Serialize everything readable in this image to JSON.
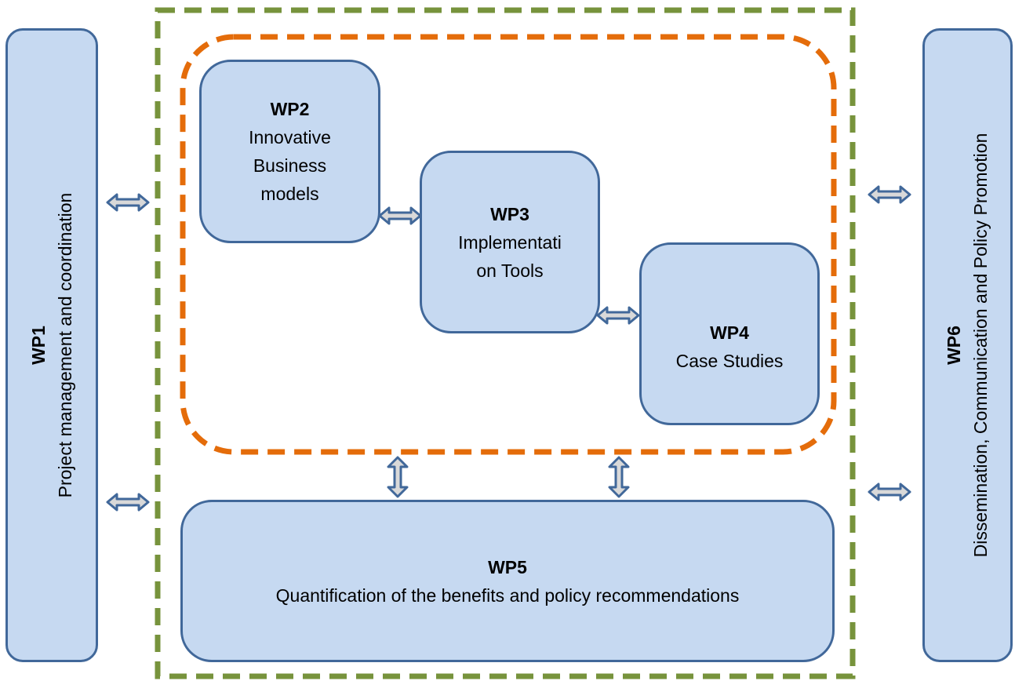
{
  "diagram": {
    "wp1": {
      "id": "WP1",
      "title": "Project management and coordination"
    },
    "wp2": {
      "id": "WP2",
      "line1": "Innovative",
      "line2": "Business",
      "line3": "models"
    },
    "wp3": {
      "id": "WP3",
      "line1": "Implementati",
      "line2": "on Tools"
    },
    "wp4": {
      "id": "WP4",
      "line1": "Case Studies"
    },
    "wp5": {
      "id": "WP5",
      "title": "Quantification of the benefits and policy recommendations"
    },
    "wp6": {
      "id": "WP6",
      "title": "Dissemination, Communication and Policy Promotion"
    },
    "colors": {
      "box_fill": "#c6d9f1",
      "box_border": "#41689a",
      "outer_dashed": "#77933c",
      "inner_dashed": "#e46c0a",
      "arrow_fill": "#d9d9d9"
    }
  }
}
